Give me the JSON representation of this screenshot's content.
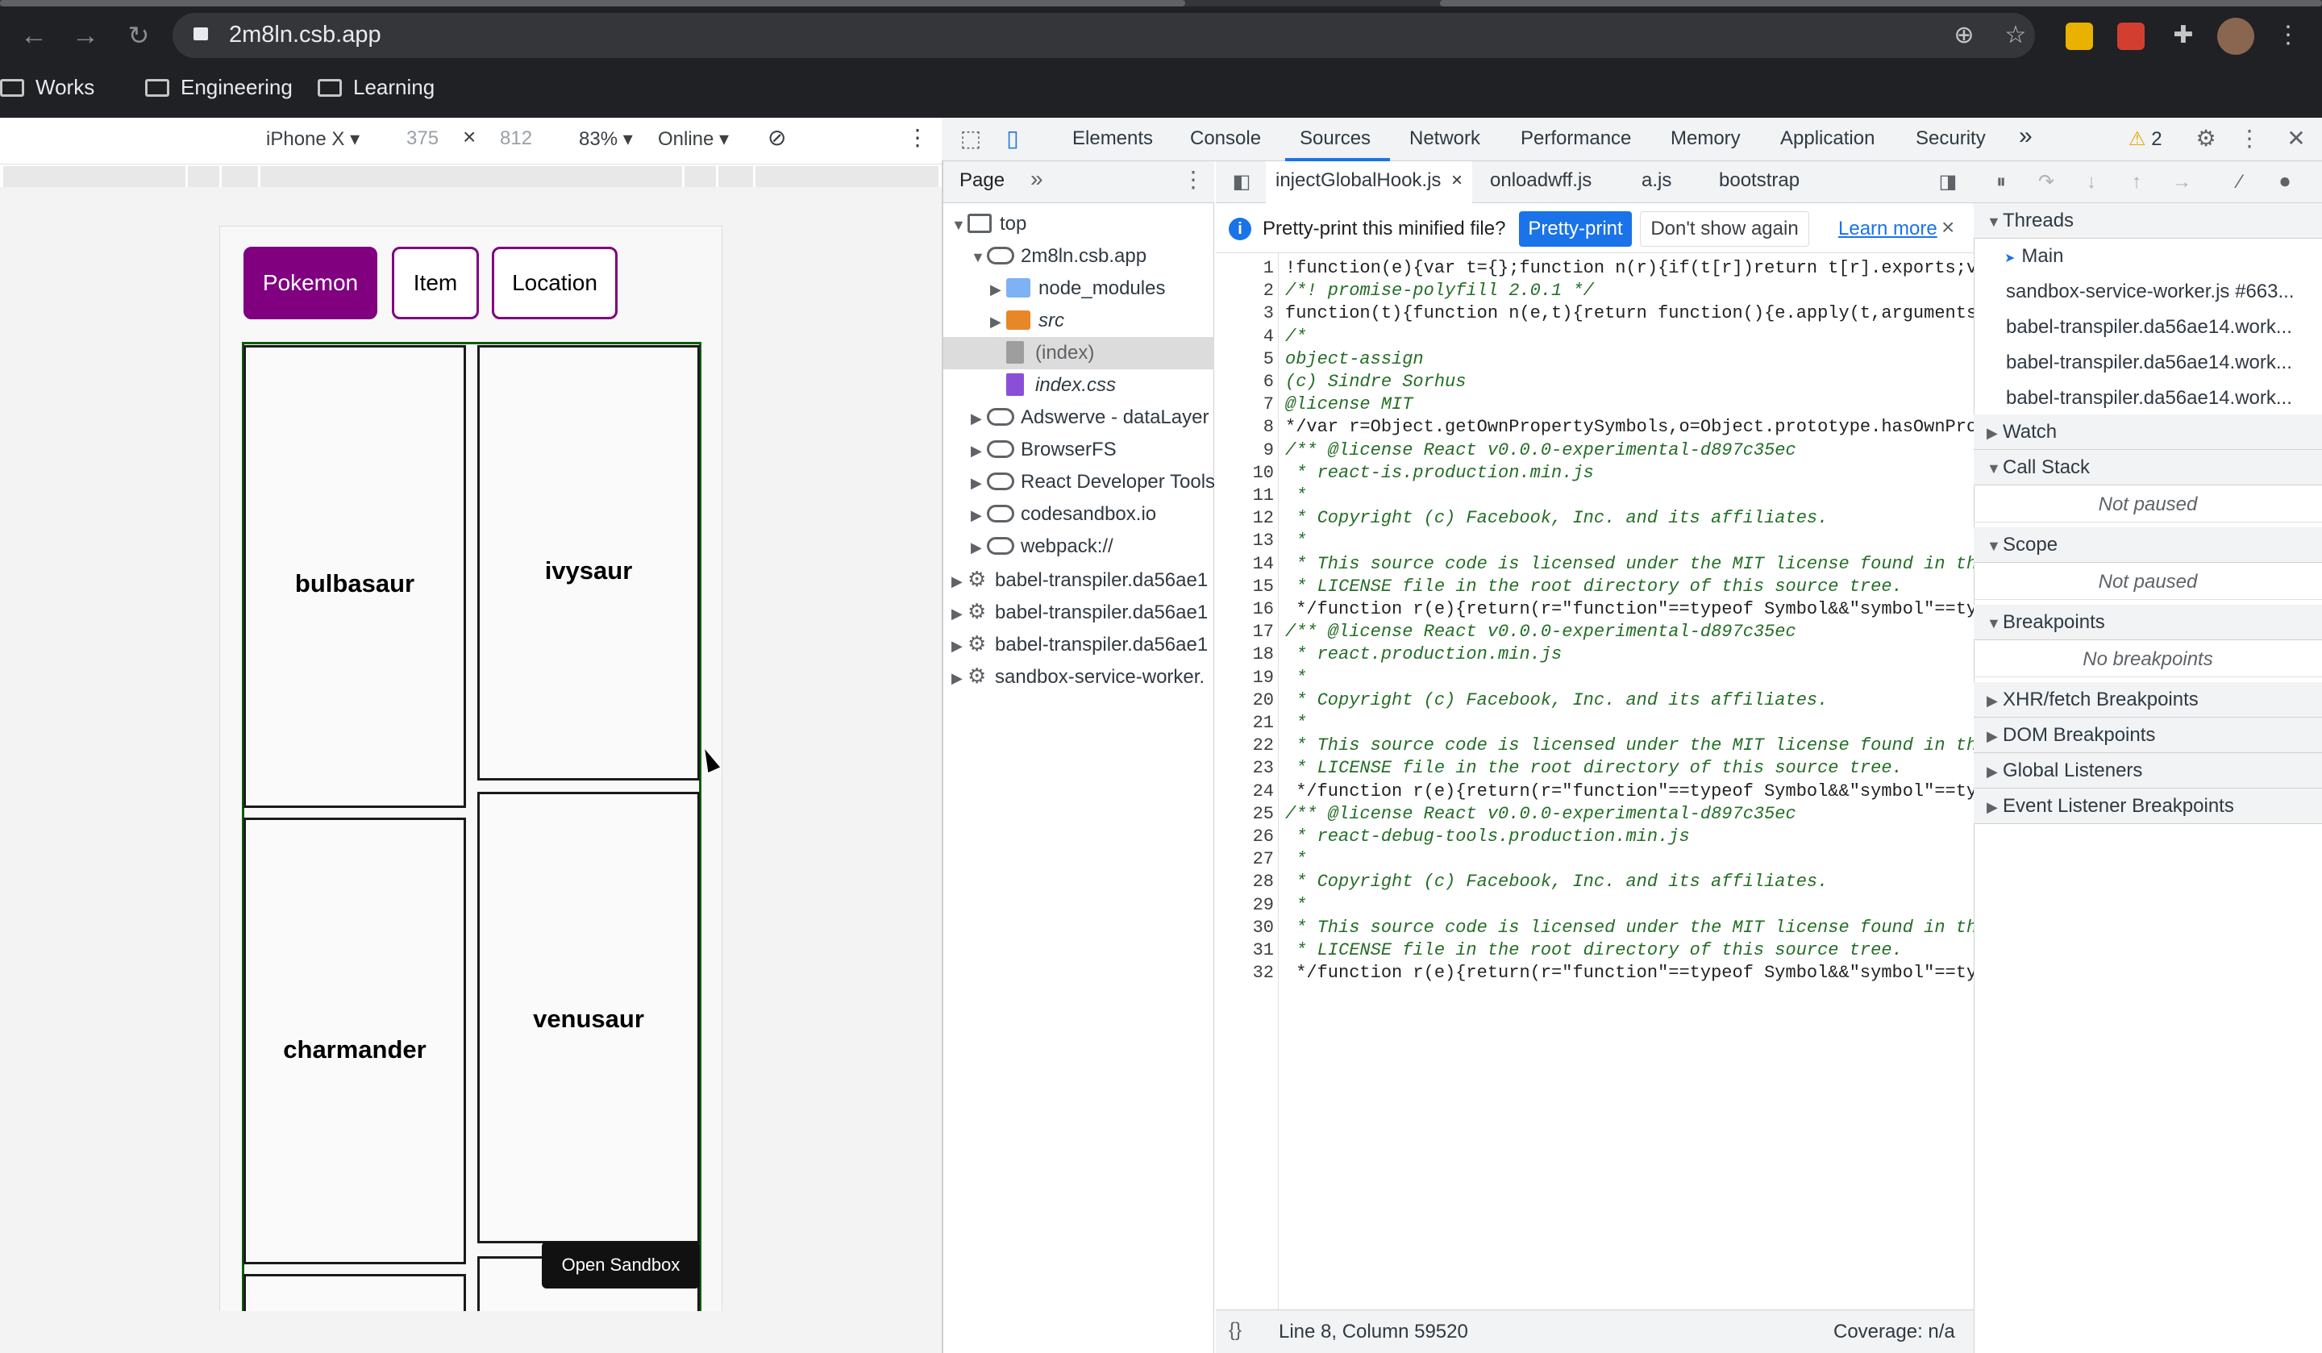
{
  "browser": {
    "url": "2m8ln.csb.app",
    "bookmarks": [
      "Works",
      "Engineering",
      "Learning"
    ],
    "alert_count": "2"
  },
  "device_toolbar": {
    "device": "iPhone X",
    "width": "375",
    "times": "×",
    "height": "812",
    "zoom": "83%",
    "network": "Online"
  },
  "app": {
    "nav": [
      "Pokemon",
      "Item",
      "Location"
    ],
    "cards": [
      "bulbasaur",
      "ivysaur",
      "charmander",
      "venusaur"
    ],
    "open_sandbox": "Open Sandbox"
  },
  "devtools": {
    "tabs": [
      "Elements",
      "Console",
      "Sources",
      "Network",
      "Performance",
      "Memory",
      "Application",
      "Security"
    ],
    "more": "»",
    "navigator": {
      "tab": "Page",
      "items": [
        {
          "label": "top",
          "kind": "frame"
        },
        {
          "label": "2m8ln.csb.app",
          "kind": "cloud"
        },
        {
          "label": "node_modules",
          "kind": "folder"
        },
        {
          "label": "src",
          "kind": "folder"
        },
        {
          "label": "(index)",
          "kind": "file"
        },
        {
          "label": "index.css",
          "kind": "file"
        },
        {
          "label": "Adswerve - dataLayer",
          "kind": "cloud"
        },
        {
          "label": "BrowserFS",
          "kind": "cloud"
        },
        {
          "label": "React Developer Tools",
          "kind": "cloud"
        },
        {
          "label": "codesandbox.io",
          "kind": "cloud"
        },
        {
          "label": "webpack://",
          "kind": "cloud"
        },
        {
          "label": "babel-transpiler.da56ae1",
          "kind": "gear"
        },
        {
          "label": "babel-transpiler.da56ae1",
          "kind": "gear"
        },
        {
          "label": "babel-transpiler.da56ae1",
          "kind": "gear"
        },
        {
          "label": "sandbox-service-worker.",
          "kind": "gear"
        }
      ]
    },
    "editor": {
      "tabs": [
        "injectGlobalHook.js",
        "onloadwff.js",
        "a.js",
        "bootstrap"
      ],
      "close": "×",
      "infobar": {
        "text": "Pretty-print this minified file?",
        "pretty_print": "Pretty-print",
        "dont_show": "Don't show again",
        "learn_more": "Learn more",
        "close": "×"
      },
      "lines": [
        "!function(e){var t={};function n(r){if(t[r])return t[r].exports;v",
        "/*! promise-polyfill 2.0.1 */",
        "function(t){function n(e,t){return function(){e.apply(t,arguments",
        "/*",
        "object-assign",
        "(c) Sindre Sorhus",
        "@license MIT",
        "*/var r=Object.getOwnPropertySymbols,o=Object.prototype.hasOwnPro",
        "/** @license React v0.0.0-experimental-d897c35ec",
        " * react-is.production.min.js",
        " *",
        " * Copyright (c) Facebook, Inc. and its affiliates.",
        " *",
        " * This source code is licensed under the MIT license found in th",
        " * LICENSE file in the root directory of this source tree.",
        " */function r(e){return(r=\"function\"==typeof Symbol&&\"symbol\"==ty",
        "/** @license React v0.0.0-experimental-d897c35ec",
        " * react.production.min.js",
        " *",
        " * Copyright (c) Facebook, Inc. and its affiliates.",
        " *",
        " * This source code is licensed under the MIT license found in th",
        " * LICENSE file in the root directory of this source tree.",
        " */function r(e){return(r=\"function\"==typeof Symbol&&\"symbol\"==ty",
        "/** @license React v0.0.0-experimental-d897c35ec",
        " * react-debug-tools.production.min.js",
        " *",
        " * Copyright (c) Facebook, Inc. and its affiliates.",
        " *",
        " * This source code is licensed under the MIT license found in th",
        " * LICENSE file in the root directory of this source tree.",
        " */function r(e){return(r=\"function\"==typeof Symbol&&\"symbol\"==ty"
      ],
      "status": {
        "braces": "{}",
        "position": "Line 8, Column 59520",
        "coverage": "Coverage: n/a"
      }
    },
    "debugger": {
      "threads_label": "Threads",
      "threads": [
        "Main",
        "sandbox-service-worker.js #663...",
        "babel-transpiler.da56ae14.work...",
        "babel-transpiler.da56ae14.work...",
        "babel-transpiler.da56ae14.work..."
      ],
      "watch": "Watch",
      "call_stack": "Call Stack",
      "not_paused": "Not paused",
      "scope": "Scope",
      "breakpoints": "Breakpoints",
      "no_breakpoints": "No breakpoints",
      "xhr": "XHR/fetch Breakpoints",
      "dom": "DOM Breakpoints",
      "global": "Global Listeners",
      "event": "Event Listener Breakpoints"
    }
  }
}
